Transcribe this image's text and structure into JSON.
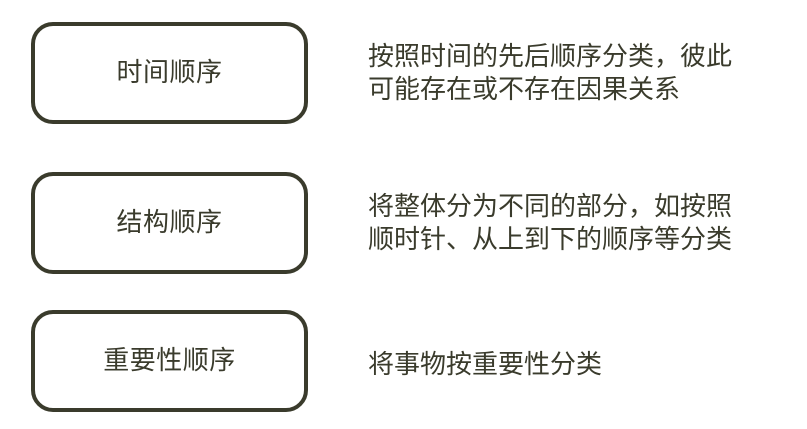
{
  "theme": {
    "background": "#ffffff",
    "ink": "#3a3b2c",
    "card_border": "#3a3b2c",
    "card_fill": "#ffffff"
  },
  "diagram": {
    "type": "labeled-list",
    "rows": [
      {
        "label": "时间顺序",
        "description_lines": [
          "按照时间的先后顺序分类，彼此",
          "可能存在或不存在因果关系"
        ],
        "description": "按照时间的先后顺序分类，彼此可能存在或不存在因果关系"
      },
      {
        "label": "结构顺序",
        "description_lines": [
          "将整体分为不同的部分，如按照",
          "顺时针、从上到下的顺序等分类"
        ],
        "description": "将整体分为不同的部分，如按照顺时针、从上到下的顺序等分类"
      },
      {
        "label": "重要性顺序",
        "description_lines": [
          "将事物按重要性分类"
        ],
        "description": "将事物按重要性分类"
      }
    ]
  }
}
